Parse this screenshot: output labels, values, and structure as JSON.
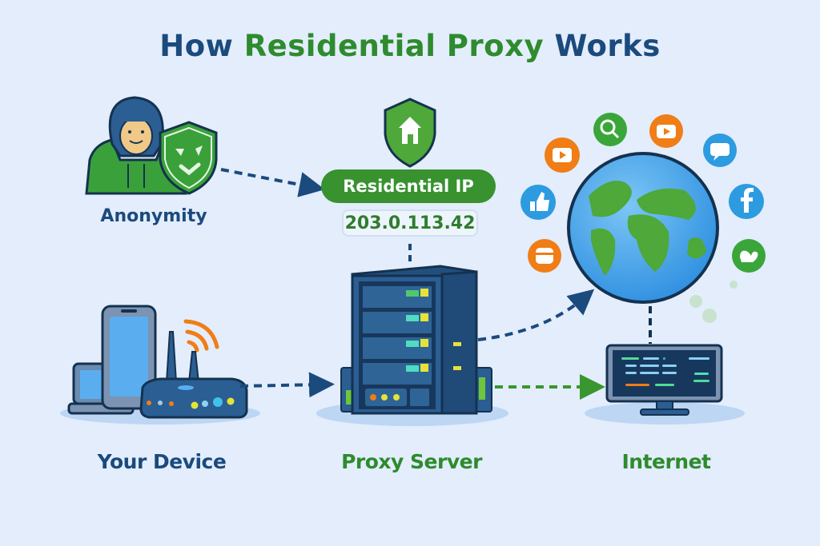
{
  "title": {
    "part1": "How ",
    "part2": "Residential Proxy",
    "part3": " Works"
  },
  "anonymity": {
    "label": "Anonymity",
    "icons": [
      "hooded-user-icon",
      "shield-icon"
    ]
  },
  "residential_ip": {
    "badge_label": "Residential IP",
    "ip_address": "203.0.113.42",
    "icon": "shield-home-icon"
  },
  "nodes": [
    {
      "id": "device",
      "label": "Your Device",
      "icons": [
        "laptop-icon",
        "smartphone-icon",
        "router-icon",
        "wifi-icon"
      ]
    },
    {
      "id": "proxy",
      "label": "Proxy Server",
      "icons": [
        "server-rack-icon"
      ]
    },
    {
      "id": "internet",
      "label": "Internet",
      "icons": [
        "monitor-icon",
        "globe-icon"
      ]
    }
  ],
  "internet_services": [
    {
      "name": "youtube-icon",
      "color": "#f07d16"
    },
    {
      "name": "search-icon",
      "color": "#3aa63a"
    },
    {
      "name": "youtube-icon",
      "color": "#f07d16"
    },
    {
      "name": "chat-icon",
      "color": "#2d9be0"
    },
    {
      "name": "like-icon",
      "color": "#2d9be0"
    },
    {
      "name": "facebook-icon",
      "color": "#2d9be0"
    },
    {
      "name": "card-icon",
      "color": "#f07d16"
    },
    {
      "name": "heart-mail-icon",
      "color": "#3aa63a"
    }
  ],
  "colors": {
    "background": "#e3edfb",
    "primary_blue": "#1b4a7d",
    "primary_green": "#2e8b2e",
    "accent_orange": "#f07d16",
    "accent_sky": "#2d9be0"
  }
}
